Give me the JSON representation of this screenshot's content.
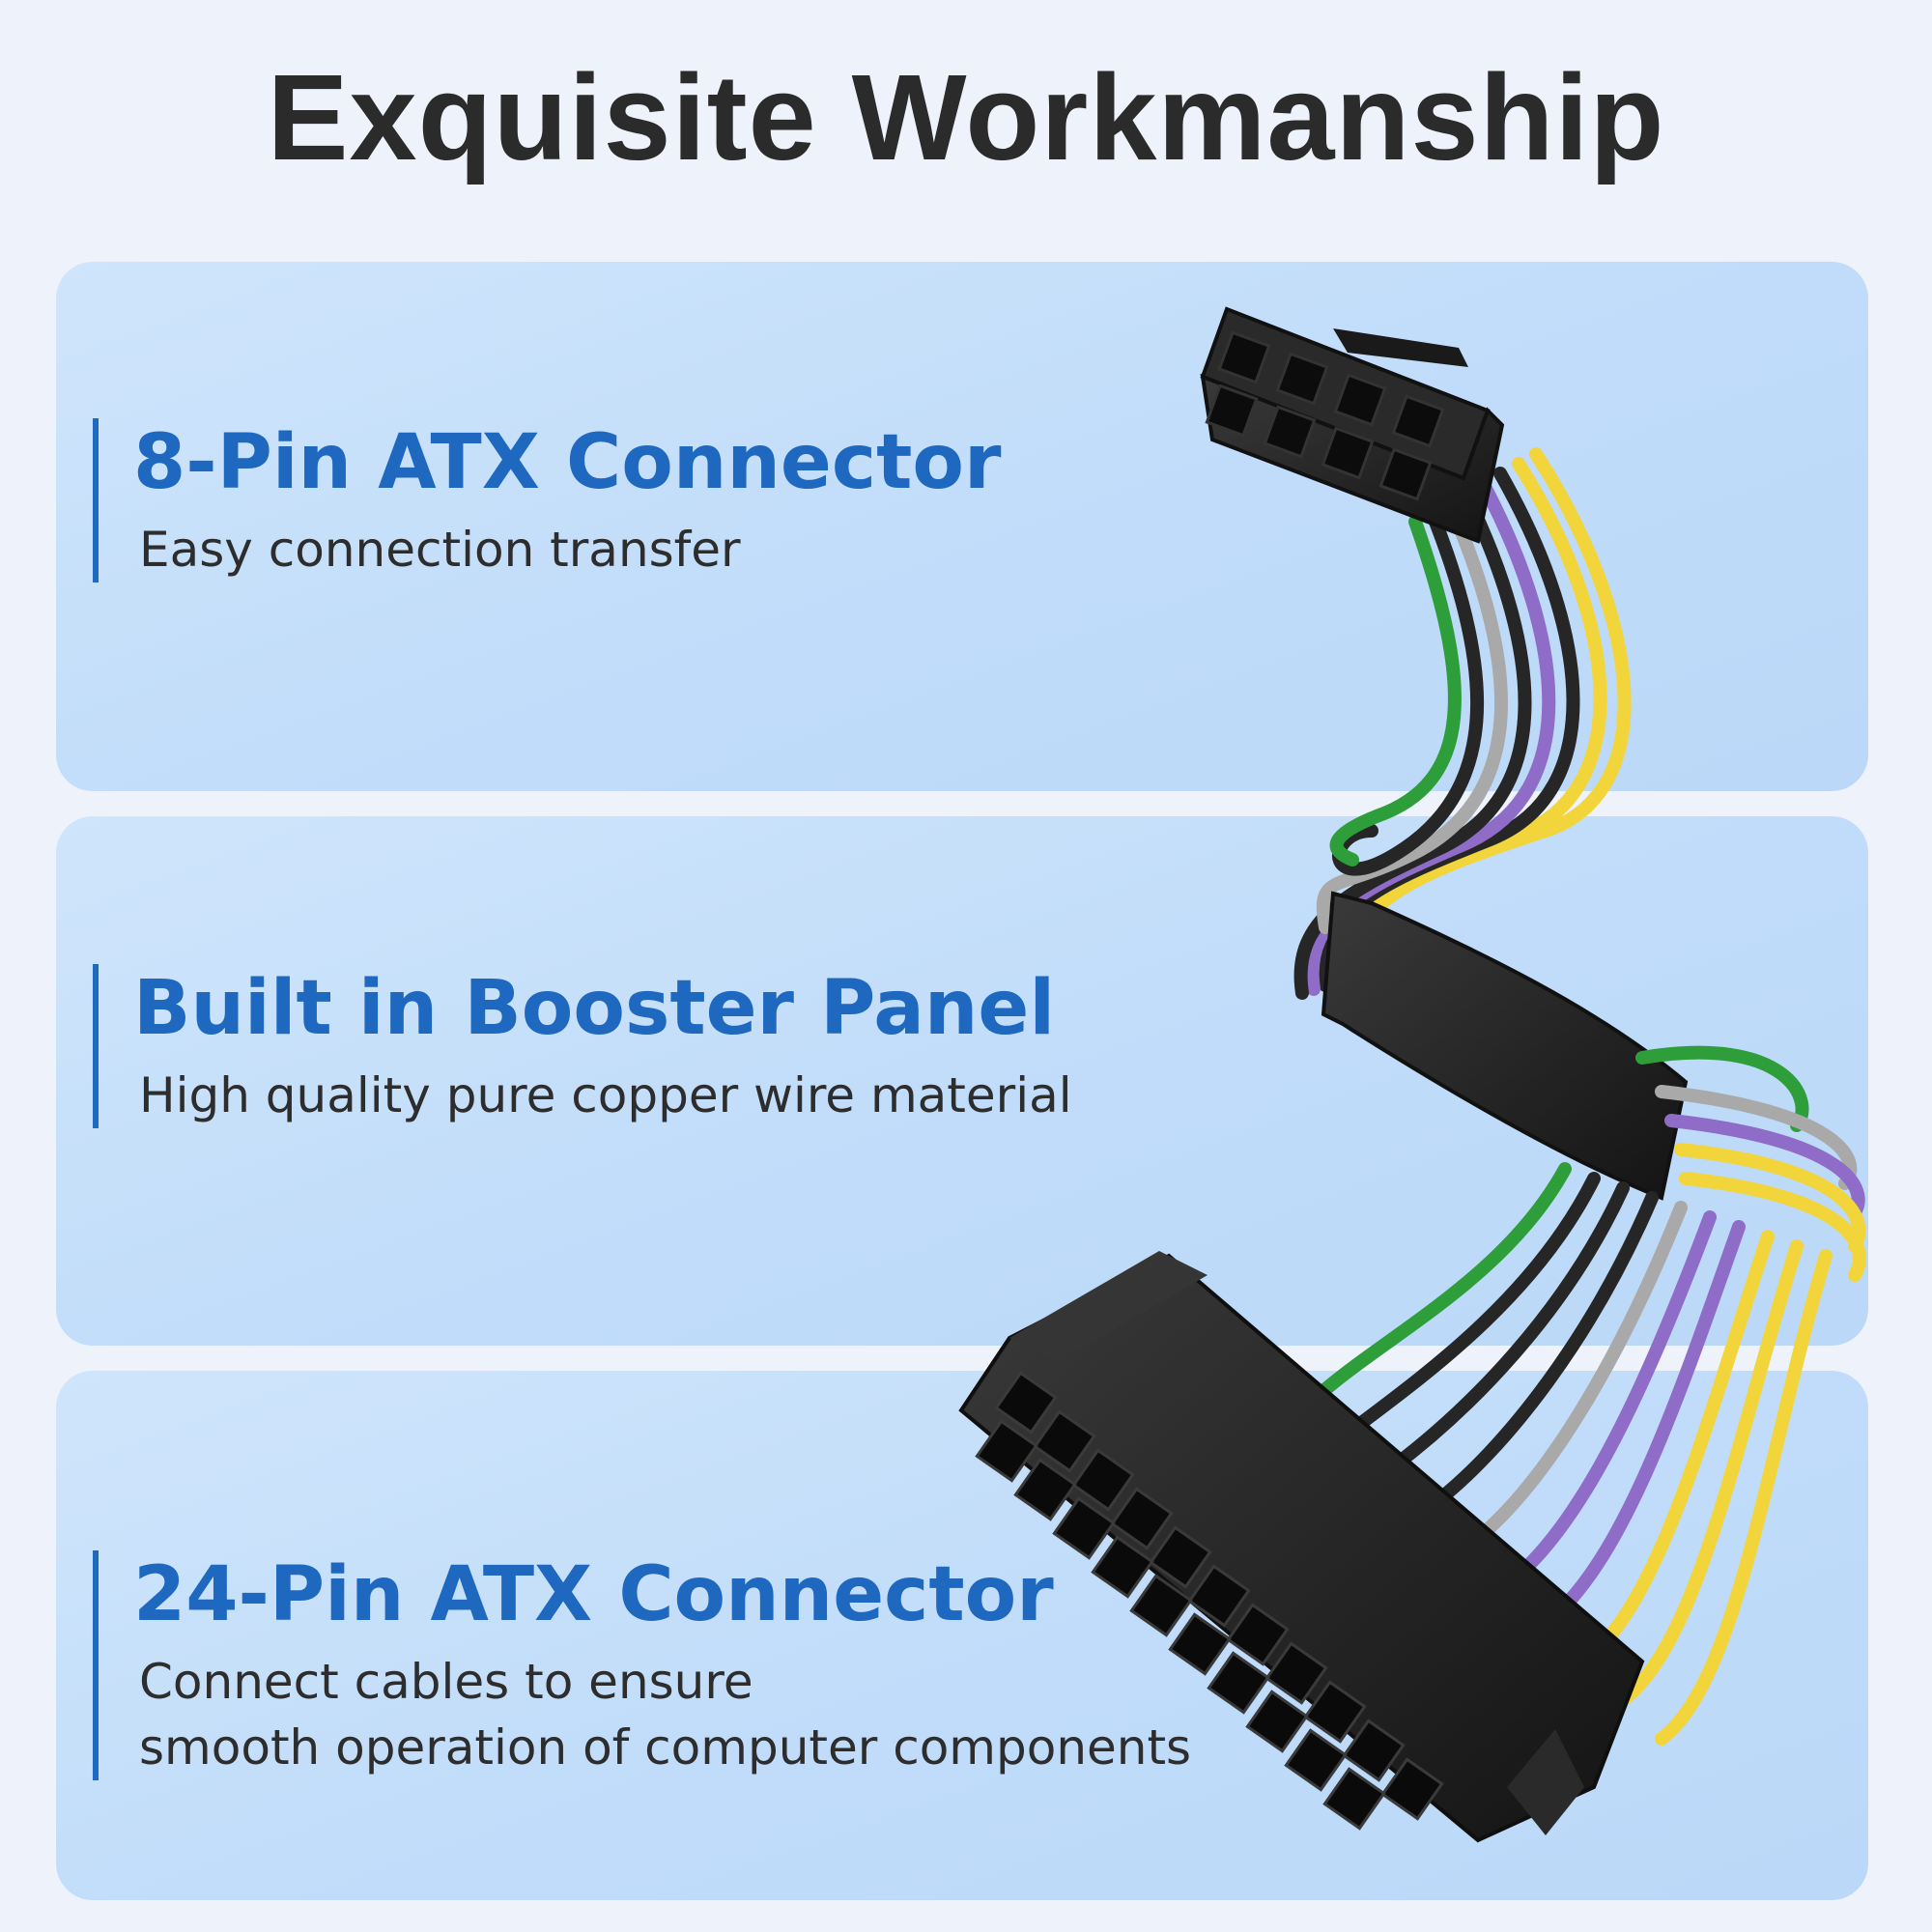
{
  "page": {
    "title": "Exquisite Workmanship"
  },
  "features": [
    {
      "title": "8-Pin ATX Connector",
      "description_lines": [
        "Easy connection transfer"
      ]
    },
    {
      "title": "Built in Booster Panel",
      "description_lines": [
        "High quality pure copper wire material"
      ]
    },
    {
      "title": "24-Pin ATX Connector",
      "description_lines": [
        "Connect cables to ensure",
        "smooth operation of computer components"
      ]
    }
  ],
  "colors": {
    "accent": "#1f68bf",
    "title_text": "#2b2b2b",
    "wire_yellow": "#f2d53a",
    "wire_purple": "#8e6cc8",
    "wire_green": "#2e9e3a",
    "wire_gray": "#a9a9a9",
    "wire_black": "#262626",
    "connector": "#1e1e1e"
  }
}
